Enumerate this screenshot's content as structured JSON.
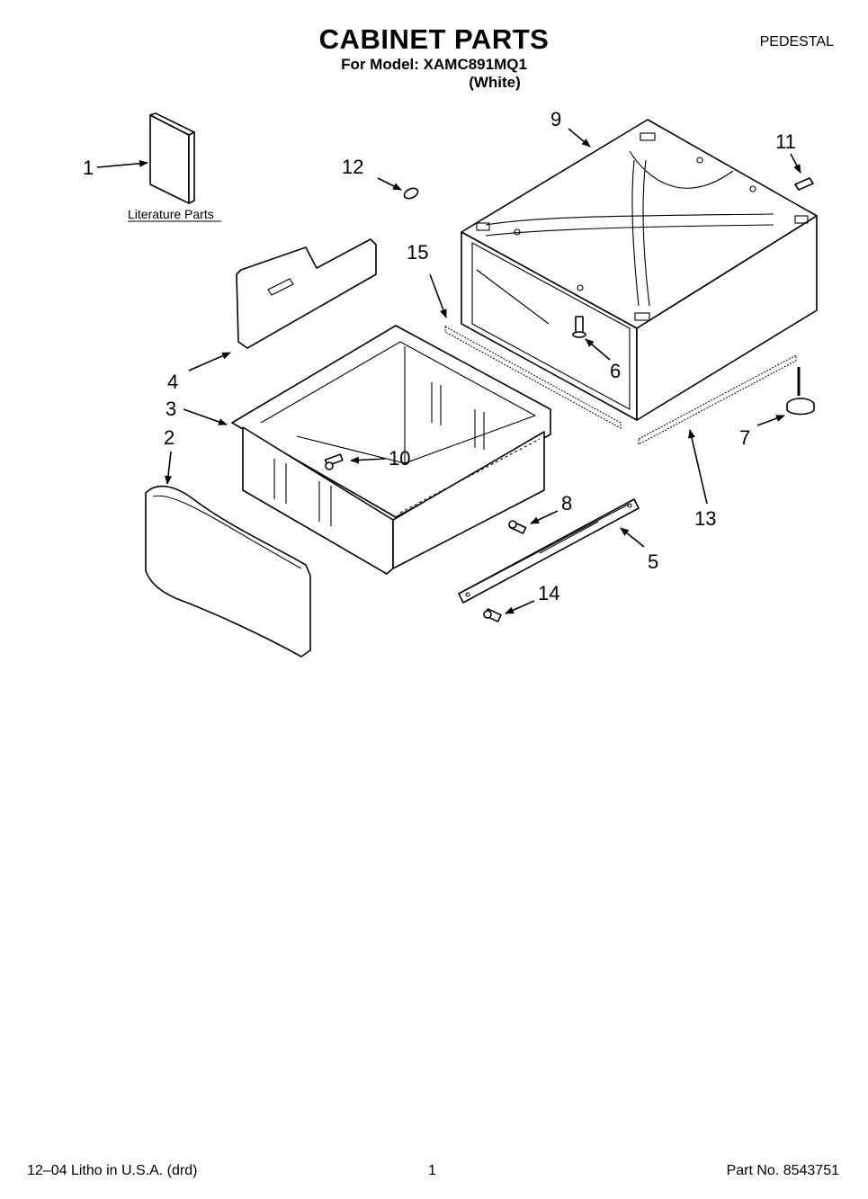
{
  "header": {
    "title": "CABINET PARTS",
    "model_line": "For Model: XAMC891MQ1",
    "variant": "(White)",
    "category": "PEDESTAL"
  },
  "diagram": {
    "literature_label": "Literature Parts",
    "callouts": [
      {
        "id": "c1",
        "label": "1"
      },
      {
        "id": "c2",
        "label": "2"
      },
      {
        "id": "c3",
        "label": "3"
      },
      {
        "id": "c4",
        "label": "4"
      },
      {
        "id": "c5",
        "label": "5"
      },
      {
        "id": "c6",
        "label": "6"
      },
      {
        "id": "c7",
        "label": "7"
      },
      {
        "id": "c8",
        "label": "8"
      },
      {
        "id": "c9",
        "label": "9"
      },
      {
        "id": "c10",
        "label": "10"
      },
      {
        "id": "c11",
        "label": "11"
      },
      {
        "id": "c12",
        "label": "12"
      },
      {
        "id": "c13",
        "label": "13"
      },
      {
        "id": "c14",
        "label": "14"
      },
      {
        "id": "c15",
        "label": "15"
      }
    ]
  },
  "footer": {
    "left": "12–04 Litho in U.S.A. (drd)",
    "page": "1",
    "part_no": "Part No. 8543751"
  }
}
